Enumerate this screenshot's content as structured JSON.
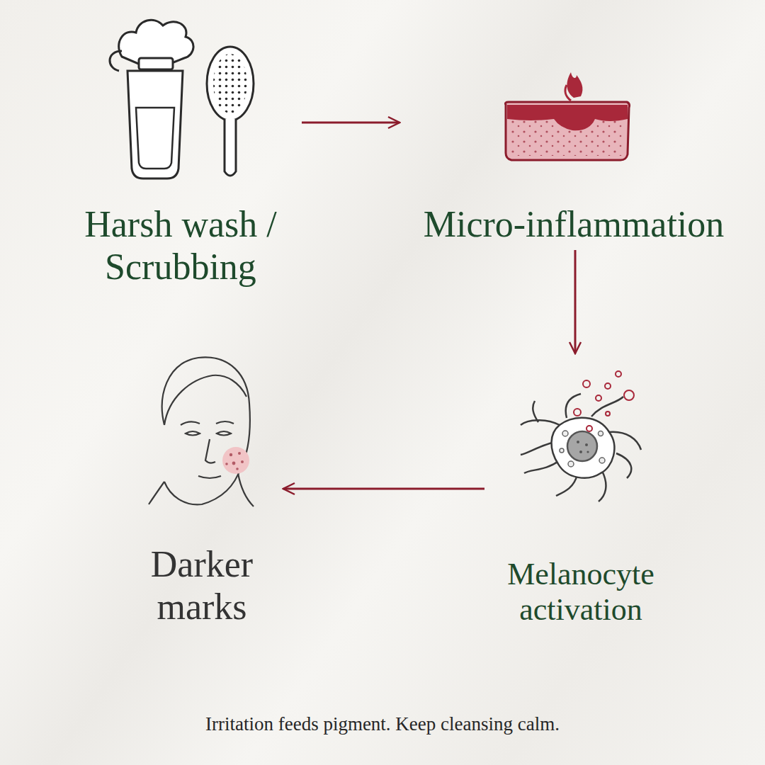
{
  "diagram": {
    "caption": "Irritation feeds pigment. Keep cleansing calm.",
    "nodes": [
      {
        "text": [
          "Harsh wash / Scrubbing"
        ]
      },
      {
        "text": [
          "Micro-inflammation"
        ]
      },
      {
        "text": [
          "Melanocyte activation"
        ]
      },
      {
        "text": [
          "Darker marks"
        ]
      }
    ],
    "edges": [
      {
        "from": 0,
        "to": 1,
        "arrow": "to"
      },
      {
        "from": 1,
        "to": 2,
        "arrow": "to"
      },
      {
        "from": 2,
        "to": 3,
        "arrow": "to"
      }
    ]
  }
}
